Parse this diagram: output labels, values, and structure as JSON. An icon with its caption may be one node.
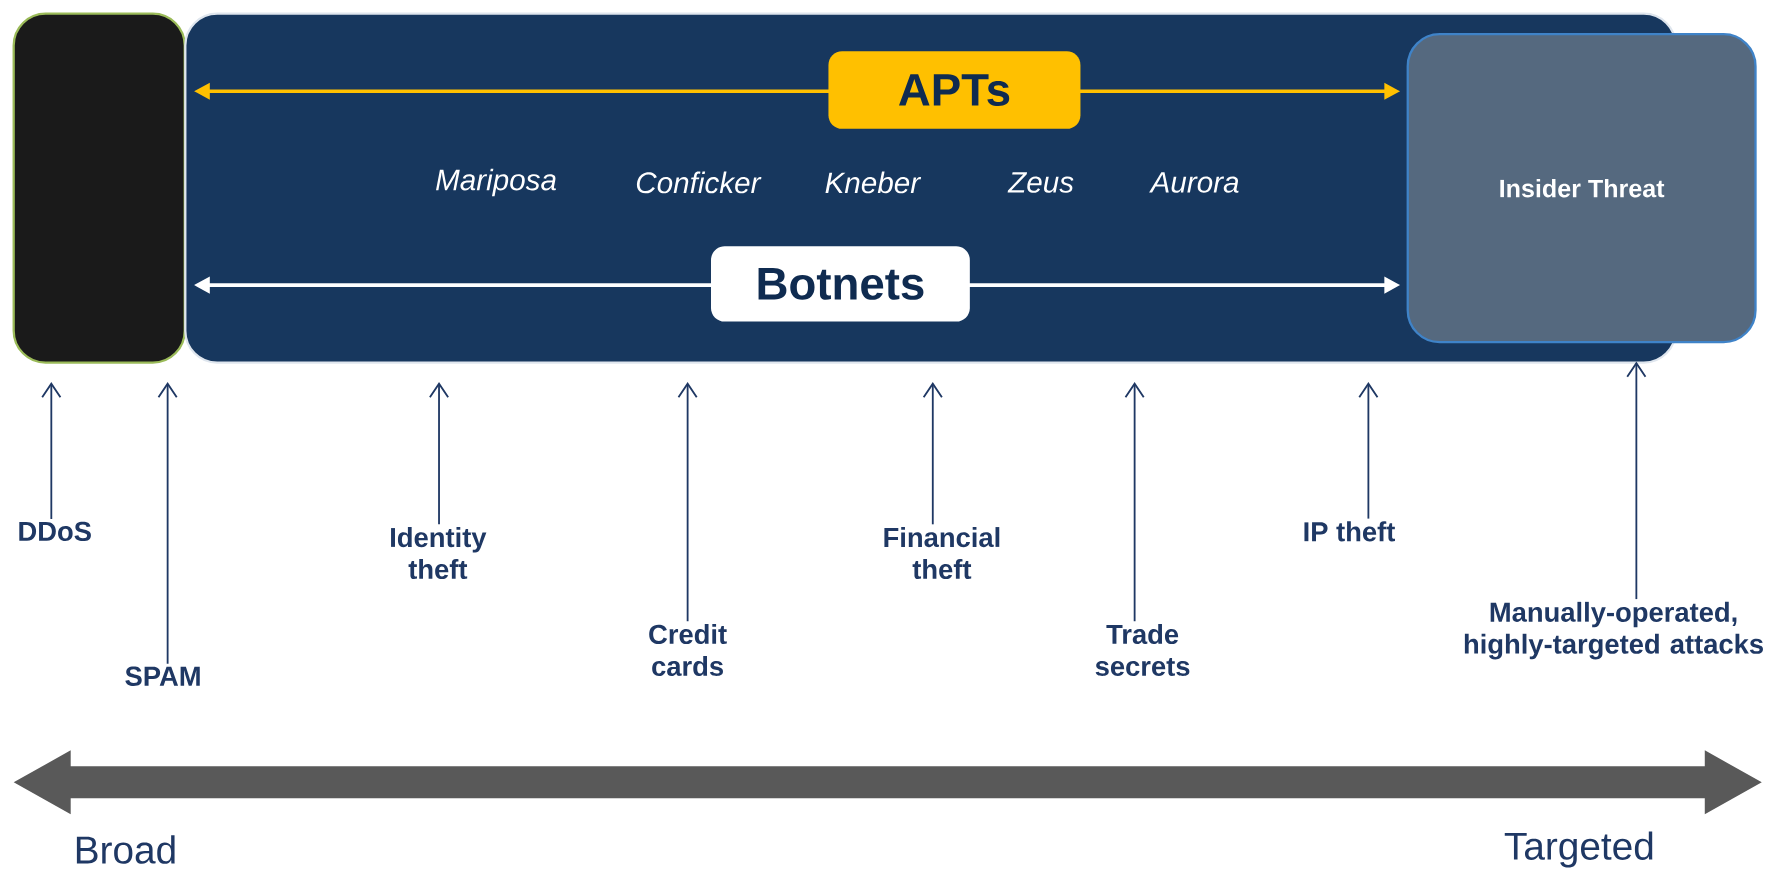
{
  "diagram": {
    "nodes": [
      {
        "text": [],
        "shape": "box"
      },
      {
        "text": [],
        "shape": "box"
      },
      {
        "text": [
          "APTs"
        ],
        "in": 1
      },
      {
        "text": [
          "Botnets"
        ],
        "in": 1
      },
      {
        "text": [
          "Insider Threat"
        ]
      },
      {
        "text": [
          "DDoS"
        ]
      },
      {
        "text": [
          "SPAM"
        ]
      },
      {
        "text": [
          "Identity theft"
        ]
      },
      {
        "text": [
          "Credit cards"
        ]
      },
      {
        "text": [
          "Financial theft"
        ]
      },
      {
        "text": [
          "Trade secrets"
        ]
      },
      {
        "text": [
          "IP theft"
        ]
      },
      {
        "text": [
          "Manually-operated, highly-targeted attacks"
        ]
      }
    ],
    "edges": [
      {
        "from": 5,
        "to": 0,
        "arrow": "to"
      },
      {
        "from": 6,
        "to": 0,
        "arrow": "to"
      },
      {
        "from": 7,
        "to": 1,
        "arrow": "to"
      },
      {
        "from": 8,
        "to": 1,
        "arrow": "to"
      },
      {
        "from": 9,
        "to": 1,
        "arrow": "to"
      },
      {
        "from": 10,
        "to": 1,
        "arrow": "to"
      },
      {
        "from": 11,
        "to": 1,
        "arrow": "to"
      },
      {
        "from": 12,
        "to": 4,
        "arrow": "to"
      }
    ],
    "labels": [
      "Mariposa",
      "Conficker",
      "Kneber",
      "Zeus",
      "Aurora",
      "Broad",
      "Targeted"
    ]
  }
}
